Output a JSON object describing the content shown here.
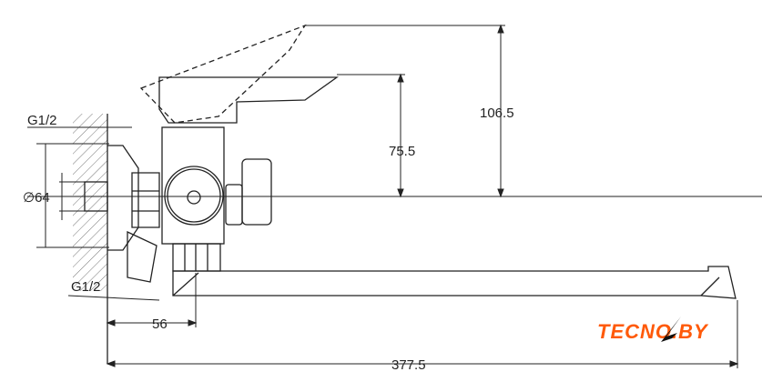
{
  "dimensions": {
    "inlet_thread_top": "G1/2",
    "inlet_thread_bottom": "G1/2",
    "flange_diameter": "∅64",
    "height_total": "106.5",
    "height_body": "75.5",
    "wall_to_axis": "56",
    "total_length": "377.5"
  },
  "logo": {
    "text": "TECNO.BY",
    "color": "#ff5a0a"
  }
}
